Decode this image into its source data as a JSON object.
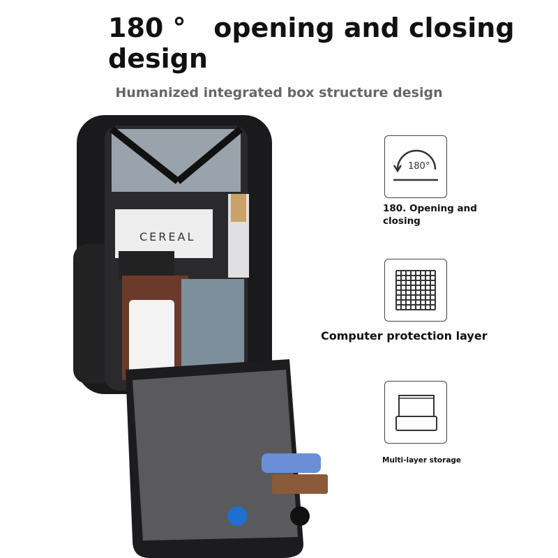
{
  "headline": {
    "line1": "180 °   opening and closing",
    "line2": "design"
  },
  "subtitle": "Humanized integrated box structure design",
  "features": [
    {
      "icon": "rotation-180-icon",
      "icon_text": "180°",
      "label": "180. Opening and closing"
    },
    {
      "icon": "mesh-grid-icon",
      "label": "Computer protection layer"
    },
    {
      "icon": "layered-storage-icon",
      "label": "Multi-layer storage"
    }
  ],
  "product_image": {
    "book_label": "CEREAL"
  },
  "colors": {
    "bag": "#1a1a1c",
    "lining": "#5a5a5c",
    "text": "#111111",
    "subtitle": "#666666"
  }
}
